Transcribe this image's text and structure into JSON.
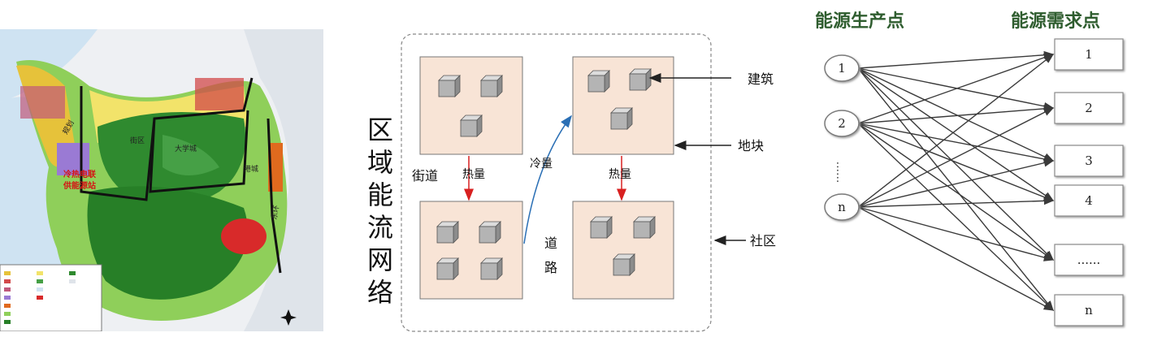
{
  "map": {
    "annotation_line1": "冷热电联",
    "annotation_line2": "供能源站",
    "street_labels": [
      "规划",
      "街区",
      "大学城",
      "东环",
      "港城"
    ]
  },
  "district": {
    "vertical_title": [
      "区",
      "域",
      "能",
      "流",
      "网",
      "络"
    ],
    "labels": {
      "building": "建筑",
      "block": "地块",
      "community": "社区",
      "street": "街道",
      "heat_left": "热量",
      "cold": "冷量",
      "heat_right": "热量",
      "road_1": "道",
      "road_2": "路"
    },
    "colors": {
      "block_fill": "#f8e4d6",
      "heat_arrow": "#d82020",
      "cold_arrow": "#2a6fb5"
    }
  },
  "bipartite": {
    "header_left": "能源生产点",
    "header_right": "能源需求点",
    "producers": [
      "1",
      "2",
      "n"
    ],
    "producer_ellipsis": "......",
    "consumers": [
      "1",
      "2",
      "3",
      "4",
      "......",
      "n"
    ]
  }
}
